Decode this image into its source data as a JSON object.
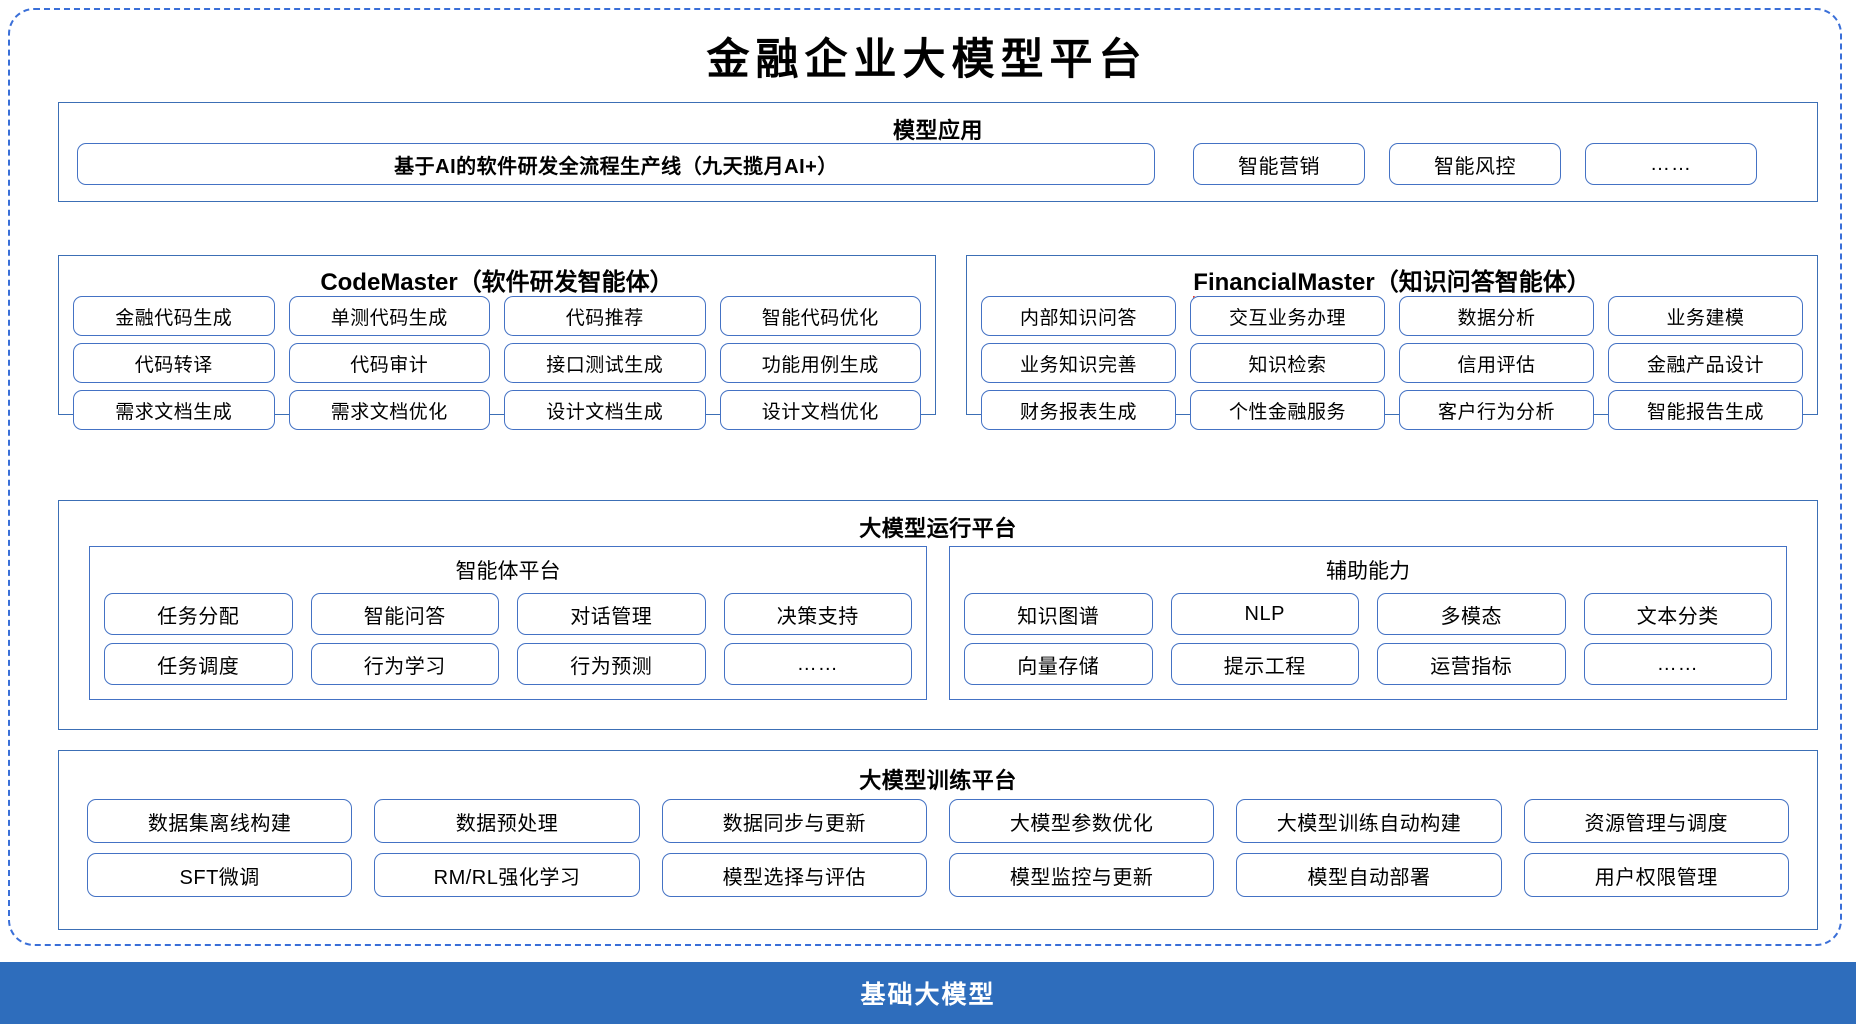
{
  "title": "金融企业大模型平台",
  "colors": {
    "frame_dashed": "#3a6fd8",
    "box_border": "#3c6fb5",
    "pill_border": "#4472c4",
    "base_bar_bg": "#2e6dbc",
    "base_bar_text": "#ffffff",
    "spellcheck_squiggle": "#e03a30"
  },
  "applications": {
    "title": "模型应用",
    "primary": "基于AI的软件研发全流程生产线（九天揽月AI+）",
    "items": [
      "智能营销",
      "智能风控",
      "……"
    ]
  },
  "agents": [
    {
      "name_latin": "CodeMaster",
      "name_cn": "（软件研发智能体）",
      "rows": [
        [
          "金融代码生成",
          "单测代码生成",
          "代码推荐",
          "智能代码优化"
        ],
        [
          "代码转译",
          "代码审计",
          "接口测试生成",
          "功能用例生成"
        ],
        [
          "需求文档生成",
          "需求文档优化",
          "设计文档生成",
          "设计文档优化"
        ]
      ]
    },
    {
      "name_latin": "FinancialMaster",
      "name_cn": "（知识问答智能体）",
      "rows": [
        [
          "内部知识问答",
          "交互业务办理",
          "数据分析",
          "业务建模"
        ],
        [
          "业务知识完善",
          "知识检索",
          "信用评估",
          "金融产品设计"
        ],
        [
          "财务报表生成",
          "个性金融服务",
          "客户行为分析",
          "智能报告生成"
        ]
      ]
    }
  ],
  "runtime": {
    "title": "大模型运行平台",
    "groups": [
      {
        "title": "智能体平台",
        "rows": [
          [
            "任务分配",
            "智能问答",
            "对话管理",
            "决策支持"
          ],
          [
            "任务调度",
            "行为学习",
            "行为预测",
            "……"
          ]
        ]
      },
      {
        "title": "辅助能力",
        "rows": [
          [
            "知识图谱",
            "NLP",
            "多模态",
            "文本分类"
          ],
          [
            "向量存储",
            "提示工程",
            "运营指标",
            "……"
          ]
        ]
      }
    ]
  },
  "training": {
    "title": "大模型训练平台",
    "rows": [
      [
        "数据集离线构建",
        "数据预处理",
        "数据同步与更新",
        "大模型参数优化",
        "大模型训练自动构建",
        "资源管理与调度"
      ],
      [
        "SFT微调",
        "RM/RL强化学习",
        "模型选择与评估",
        "模型监控与更新",
        "模型自动部署",
        "用户权限管理"
      ]
    ]
  },
  "base_model": {
    "label": "基础大模型"
  }
}
